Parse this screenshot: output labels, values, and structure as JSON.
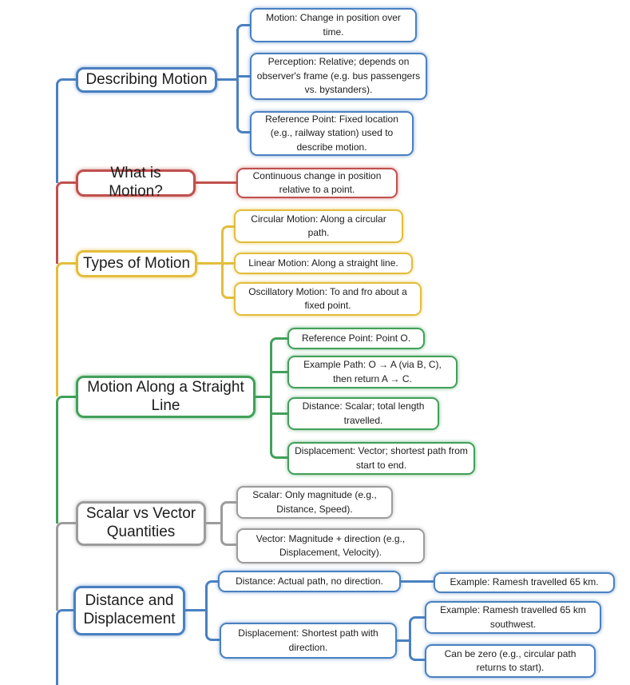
{
  "colors": {
    "blue": "#4a80c0",
    "red": "#c0504d",
    "yellow": "#e3bd3b",
    "green": "#42a05a",
    "gray": "#9c9c9c",
    "text": "#1c1c1c",
    "background": "#ffffff"
  },
  "mindmap": {
    "sections": [
      {
        "topic": "Describing Motion",
        "children": [
          "Motion: Change in position over time.",
          "Perception: Relative; depends on observer's frame (e.g. bus passengers vs. bystanders).",
          "Reference Point: Fixed location (e.g., railway station) used to describe motion."
        ]
      },
      {
        "topic": "What is Motion?",
        "children": [
          "Continuous change in position relative to a point."
        ]
      },
      {
        "topic": "Types of Motion",
        "children": [
          "Circular Motion: Along a circular path.",
          "Linear Motion: Along a straight line.",
          "Oscillatory Motion: To and fro about a fixed point."
        ]
      },
      {
        "topic": "Motion Along a Straight Line",
        "children": [
          "Reference Point: Point O.",
          "Example Path: O → A (via B, C), then return A → C.",
          "Distance: Scalar; total length travelled.",
          "Displacement: Vector; shortest path from start to end."
        ]
      },
      {
        "topic": "Scalar vs Vector Quantities",
        "children": [
          "Scalar: Only magnitude (e.g., Distance, Speed).",
          "Vector: Magnitude + direction (e.g., Displacement, Velocity)."
        ]
      },
      {
        "topic": "Distance and Displacement",
        "children": [
          "Distance: Actual path, no direction.",
          "Displacement: Shortest path with direction."
        ],
        "examples": {
          "distance": "Example: Ramesh travelled 65 km.",
          "displacement": [
            "Example: Ramesh travelled 65 km southwest.",
            "Can be zero (e.g., circular path returns to start)."
          ]
        }
      }
    ]
  }
}
